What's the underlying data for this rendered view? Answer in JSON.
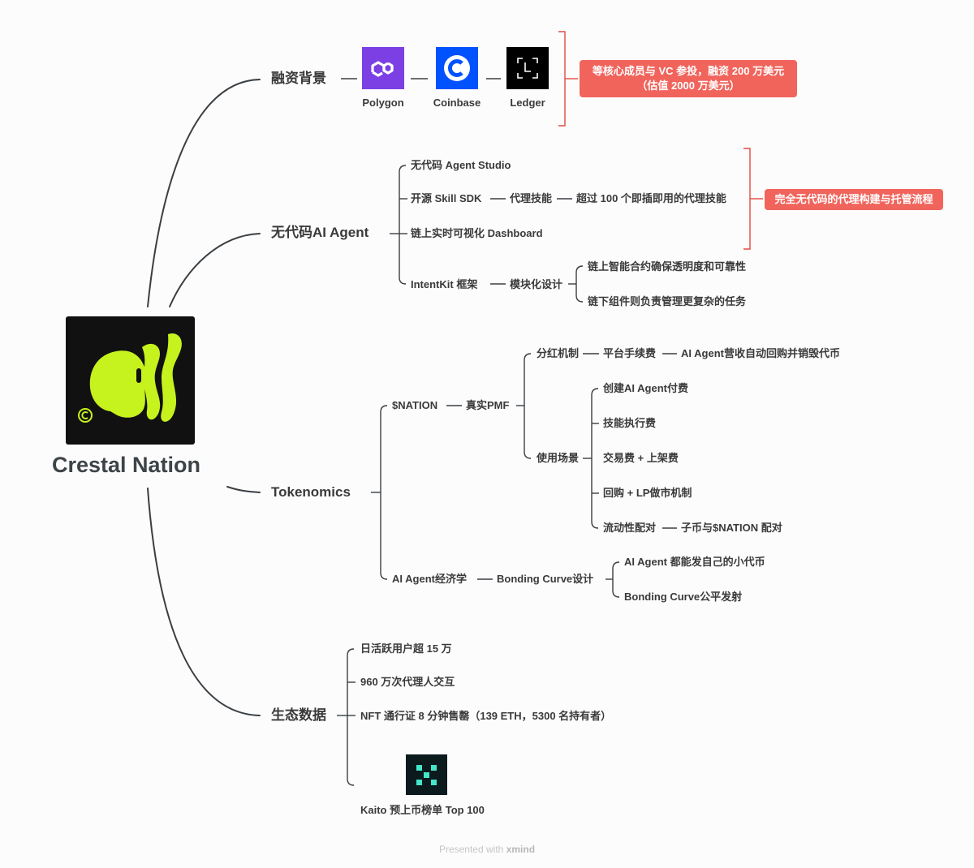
{
  "root": {
    "title": "Crestal Nation",
    "logo_icon": "crestal-face-icon"
  },
  "funding": {
    "label": "融资背景",
    "investors": [
      {
        "name": "Polygon",
        "icon": "polygon-icon",
        "color": "#7b3fe4"
      },
      {
        "name": "Coinbase",
        "icon": "coinbase-icon",
        "color": "#0052ff"
      },
      {
        "name": "Ledger",
        "icon": "ledger-icon",
        "color": "#000000"
      }
    ],
    "callout_line1": "等核心成员与 VC 参投，融资 200 万美元",
    "callout_line2": "（估值 2000 万美元）"
  },
  "nocode": {
    "label": "无代码AI Agent",
    "studio": "无代码 Agent Studio",
    "sdk": "开源 Skill SDK",
    "sdk_skill": "代理技能",
    "sdk_skill_detail": "超过 100 个即插即用的代理技能",
    "dashboard": "链上实时可视化 Dashboard",
    "intentkit": "IntentKit 框架",
    "modular": "模块化设计",
    "modular_a": "链上智能合约确保透明度和可靠性",
    "modular_b": "链下组件则负责管理更复杂的任务",
    "callout": "完全无代码的代理构建与托管流程"
  },
  "tokenomics": {
    "label": "Tokenomics",
    "nation": "$NATION",
    "pmf": "真实PMF",
    "dividend": "分红机制",
    "platform_fee": "平台手续费",
    "buyback": "AI Agent营收自动回购并销毁代币",
    "usage": "使用场景",
    "usage_items": [
      "创建AI Agent付费",
      "技能执行费",
      "交易费 + 上架费",
      "回购 + LP做市机制",
      "流动性配对"
    ],
    "pairing": "子币与$NATION 配对",
    "economics": "AI Agent经济学",
    "bonding": "Bonding Curve设计",
    "bonding_a": "AI Agent 都能发自己的小代币",
    "bonding_b": "Bonding Curve公平发射"
  },
  "ecosystem": {
    "label": "生态数据",
    "dau": "日活跃用户超 15 万",
    "interactions": "960 万次代理人交互",
    "nft": "NFT 通行证 8 分钟售罄（139 ETH，5300 名持有者）",
    "kaito": "Kaito 预上币榜单 Top 100",
    "kaito_icon": "kaito-icon"
  },
  "footer": {
    "prefix": "Presented with",
    "brand": "xmind"
  },
  "colors": {
    "accent_lime": "#c6f21d",
    "callout_red": "#f0645c",
    "line": "#3a3f44",
    "bracket": "#e34a44"
  }
}
